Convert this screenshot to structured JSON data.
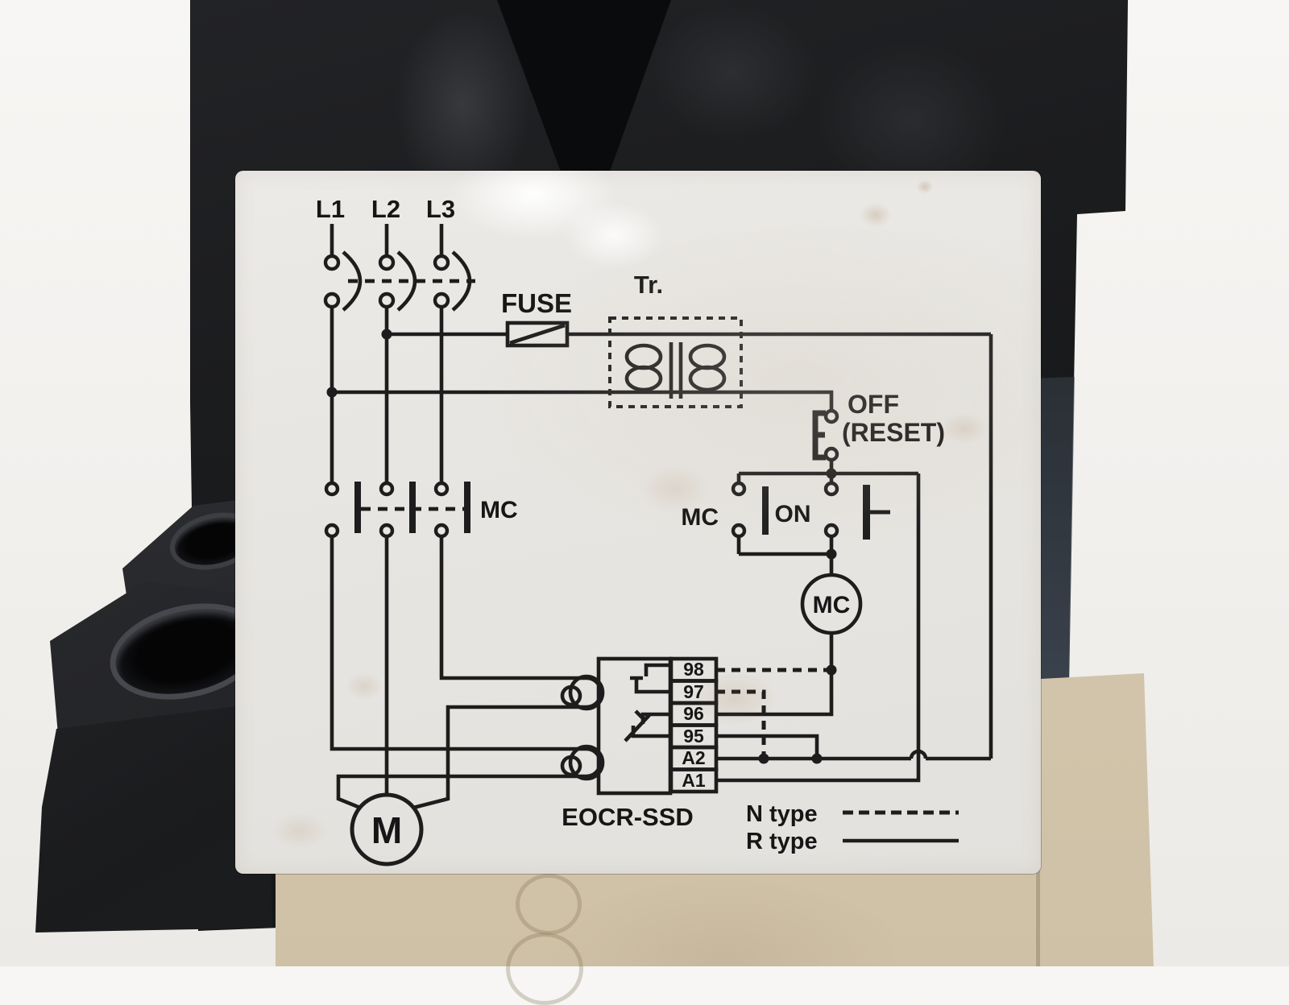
{
  "scene": {
    "description": "Photo of EOCR-SSD electronic overcurrent relay, wiring diagram label on device",
    "colors": {
      "ink": "#1d1d1d",
      "label_background": "#e8e6e2",
      "device_body": "#1b1c1e",
      "metal_plate": "#d3c6ae",
      "slate_edge": "#434c56",
      "backdrop": "#f3f1ee"
    }
  },
  "diagram": {
    "phases": [
      "L1",
      "L2",
      "L3"
    ],
    "fuse": "FUSE",
    "transformer": "Tr.",
    "off_line1": "OFF",
    "off_line2": "(RESET)",
    "main_contact": "MC",
    "aux_contact": "MC",
    "on_button": "ON",
    "coil": "MC",
    "motor": "M",
    "terminals": [
      "98",
      "97",
      "96",
      "95",
      "A2",
      "A1"
    ],
    "model": "EOCR-SSD",
    "legend_n": "N type",
    "legend_r": "R type"
  }
}
